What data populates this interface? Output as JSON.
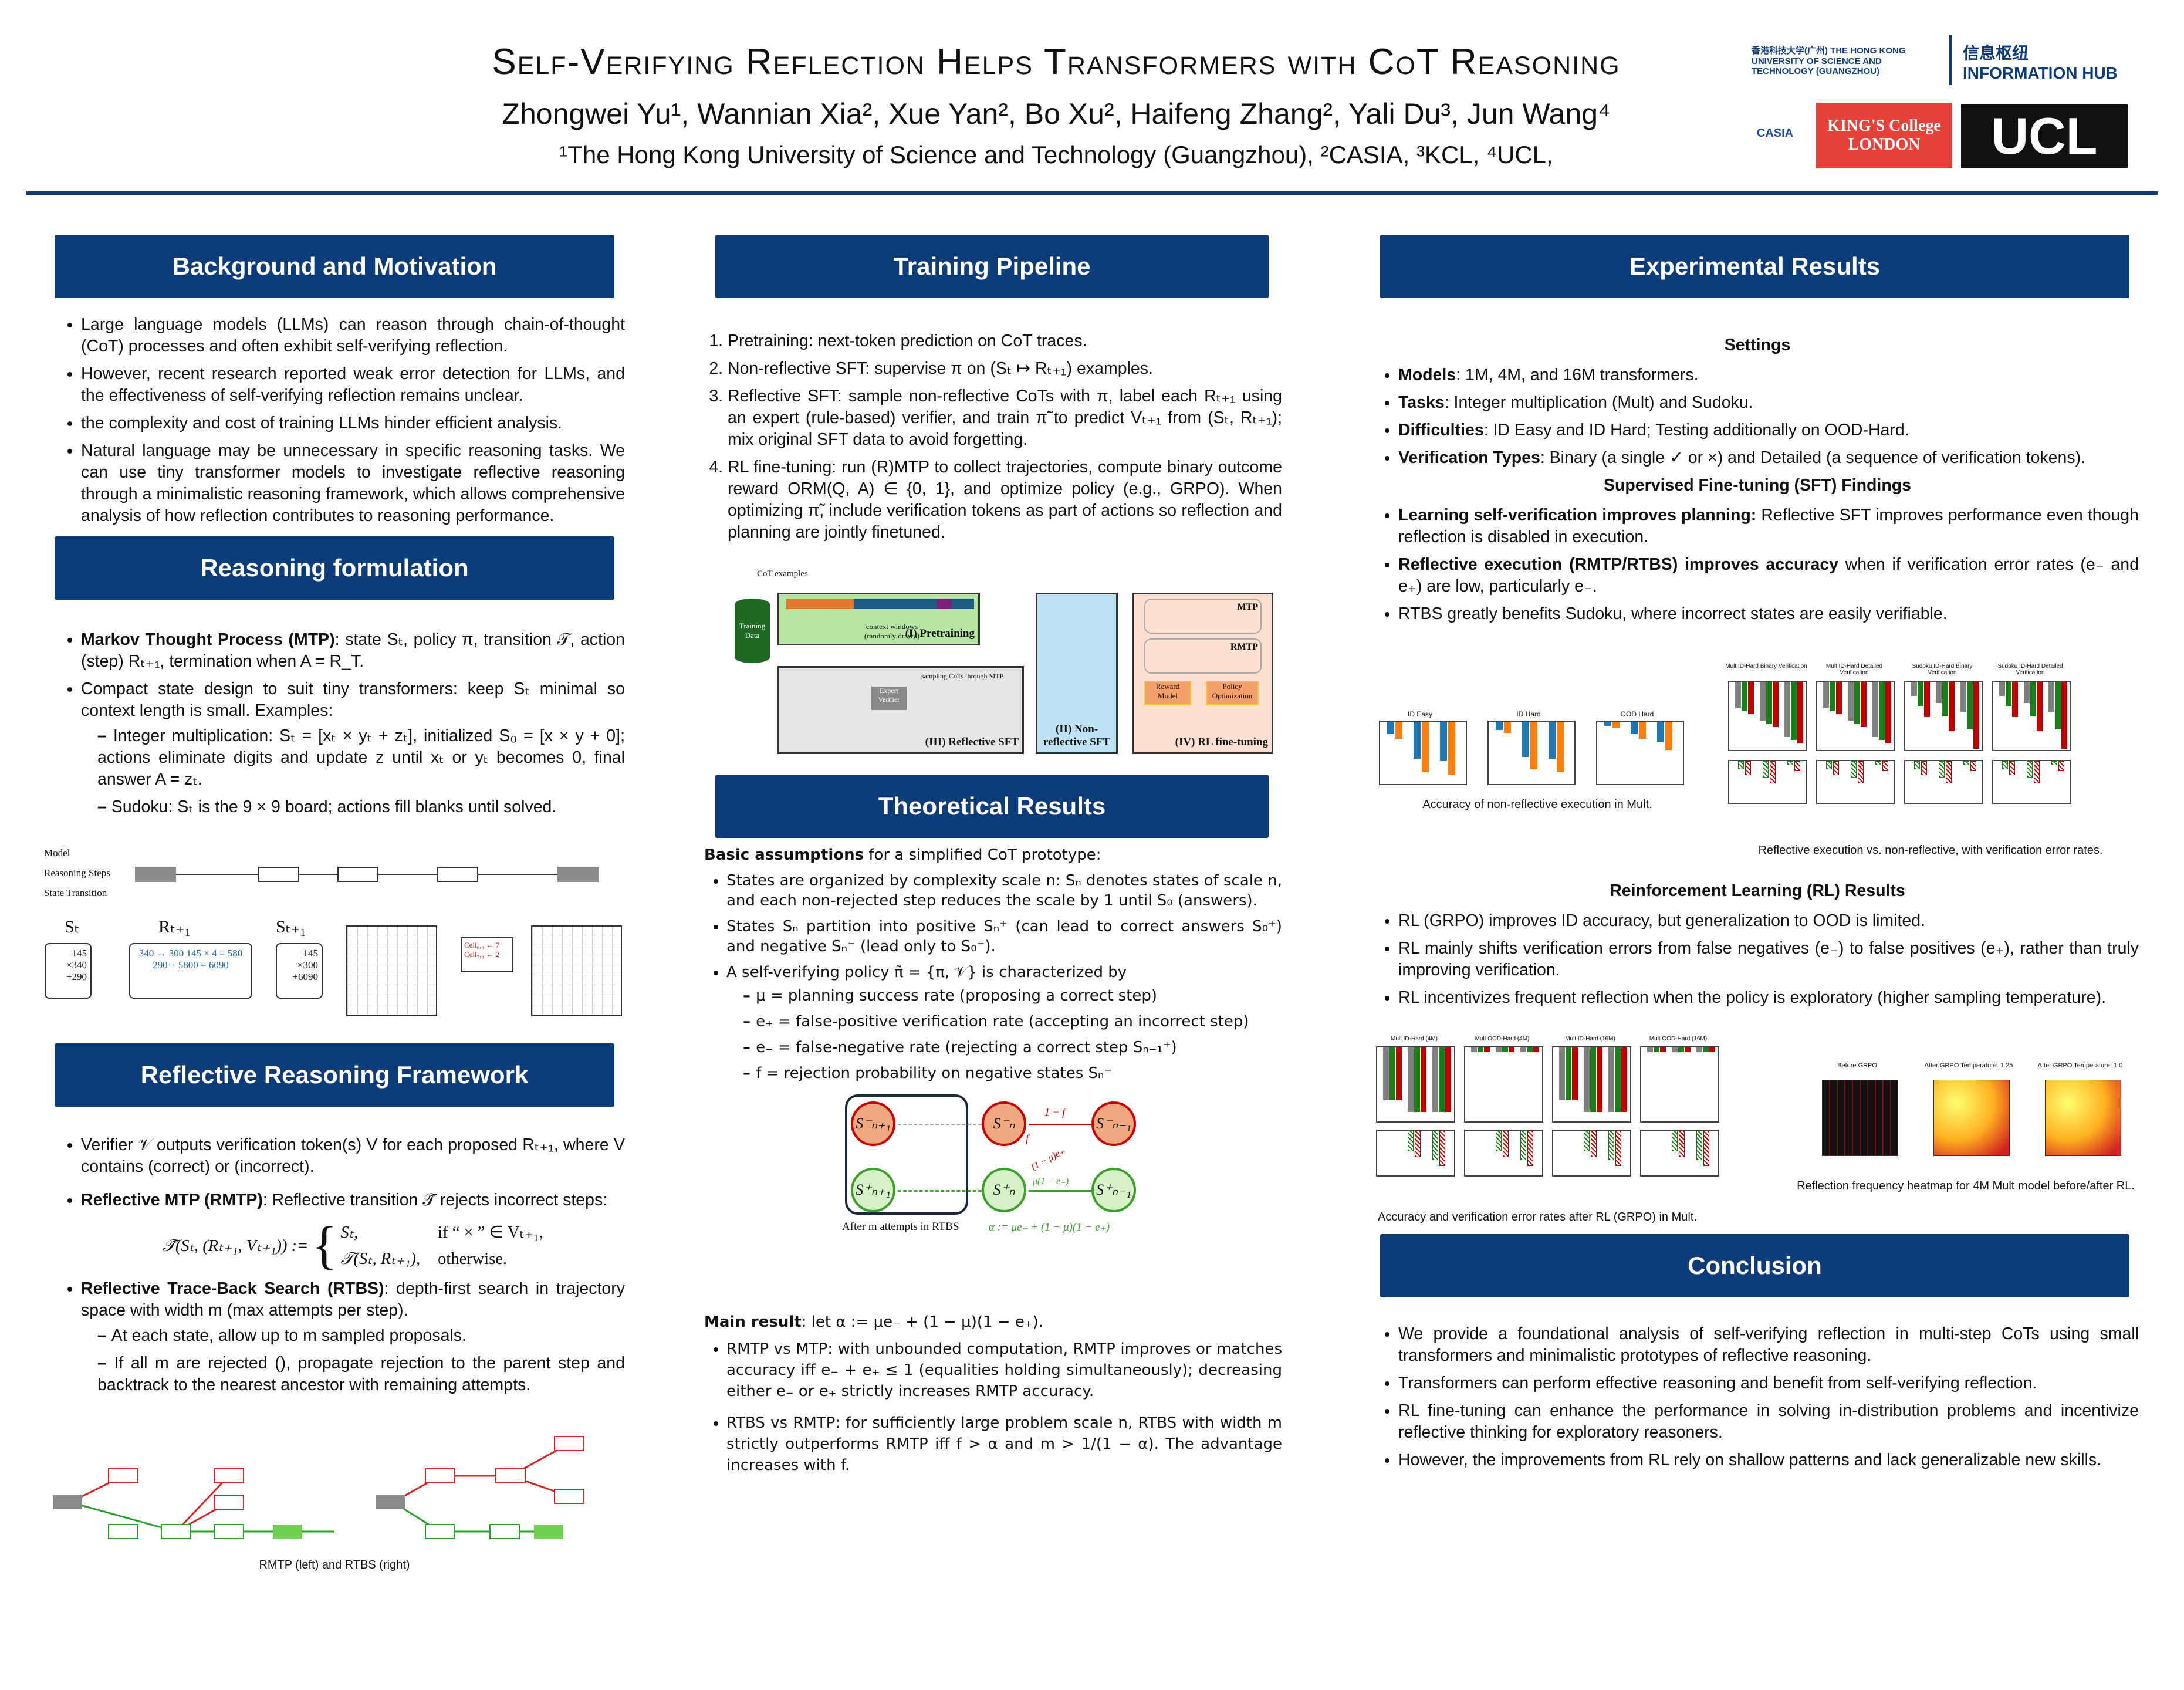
{
  "header": {
    "title": "Self-Verifying Reflection Helps Transformers with CoT Reasoning",
    "authors": "Zhongwei Yu¹, Wannian Xia², Xue Yan², Bo Xu², Haifeng Zhang², Yali Du³, Jun Wang⁴",
    "affiliations": "¹The Hong Kong University of Science and Technology (Guangzhou), ²CASIA, ³KCL, ⁴UCL,",
    "logos": {
      "hkust": "香港科技大学(广州) THE HONG KONG UNIVERSITY OF SCIENCE AND TECHNOLOGY (GUANGZHOU)",
      "hub_cn": "信息枢纽",
      "hub": "INFORMATION HUB",
      "casia": "CASIA",
      "kcl": "KING'S College LONDON",
      "ucl": "UCL"
    }
  },
  "background": {
    "title": "Background and Motivation",
    "bullets": [
      "Large language models (LLMs) can reason through chain-of-thought (CoT) processes and often exhibit self-verifying reflection.",
      "However, recent research reported weak error detection for LLMs, and the effectiveness of self-verifying reflection remains unclear.",
      "the complexity and cost of training LLMs hinder efficient analysis.",
      "Natural language may be unnecessary in specific reasoning tasks. We can use tiny transformer models to investigate reflective reasoning through a minimalistic reasoning framework, which allows comprehensive analysis of how reflection contributes to reasoning performance."
    ]
  },
  "formulation": {
    "title": "Reasoning formulation",
    "mtp_bold": "Markov Thought Process (MTP)",
    "mtp_text": ": state Sₜ, policy π, transition 𝒯, action (step) Rₜ₊₁, termination when A = R_T.",
    "compact": "Compact state design to suit tiny transformers: keep Sₜ minimal so context length is small. Examples:",
    "examples": [
      "Integer multiplication: Sₜ = [xₜ × yₜ + zₜ], initialized S₀ = [x × y + 0]; actions eliminate digits and update z until xₜ or yₜ becomes 0, final answer A = zₜ.",
      "Sudoku: Sₜ is the 9 × 9 board; actions fill blanks until solved."
    ],
    "figure": {
      "rows": [
        "Model",
        "Reasoning Steps",
        "State Transition"
      ],
      "s_t": "Sₜ",
      "r_t1": "Rₜ₊₁",
      "s_t1": "Sₜ₊₁",
      "mult_state": "145 ×340 +290",
      "mult_step": "340 → 300  145 × 4 = 580  290 + 5800 = 6090",
      "mult_next": "145 ×300 +6090",
      "cells": "Cell₆,₃ ← 7  Cell₇,₈ ← 2"
    }
  },
  "framework": {
    "title": "Reflective Reasoning Framework",
    "verifier": "Verifier 𝒱 outputs verification token(s) V for each proposed Rₜ₊₁, where V contains  (correct) or  (incorrect).",
    "rmtp_bold": "Reflective MTP (RMTP)",
    "rmtp_text": ": Reflective transition 𝒯̃ rejects incorrect steps:",
    "eq_lhs": "𝒯̃(Sₜ, (Rₜ₊₁, Vₜ₊₁)) :=",
    "eq_case1": "Sₜ,",
    "eq_cond1": "if “ × ” ∈ Vₜ₊₁,",
    "eq_case2": "𝒯(Sₜ, Rₜ₊₁),",
    "eq_cond2": "otherwise.",
    "rtbs_bold": "Reflective Trace-Back Search (RTBS)",
    "rtbs_text": ": depth-first search in trajectory space with width m (max attempts per step).",
    "rtbs_sub": [
      "At each state, allow up to m sampled proposals.",
      "If all m are rejected (), propagate rejection to the parent step and backtrack to the nearest ancestor with remaining attempts."
    ],
    "caption": "RMTP (left) and RTBS (right)"
  },
  "pipeline": {
    "title": "Training Pipeline",
    "steps": [
      "Pretraining: next-token prediction on CoT traces.",
      "Non-reflective SFT: supervise π on (Sₜ ↦ Rₜ₊₁) examples.",
      "Reflective SFT: sample non-reflective CoTs with π, label each Rₜ₊₁ using an expert (rule-based) verifier, and train π̃ to predict Vₜ₊₁ from (Sₜ, Rₜ₊₁); mix original SFT data to avoid forgetting.",
      "RL fine-tuning: run (R)MTP to collect trajectories, compute binary outcome reward ORM(Q, A) ∈ {0, 1}, and optimize policy (e.g., GRPO). When optimizing π̃, include verification tokens as part of actions so reflection and planning are jointly finetuned."
    ],
    "figure": {
      "cot": "CoT examples",
      "data": "Training Data",
      "p1": "(I) Pretraining",
      "p2": "(II) Non-reflective SFT",
      "p3": "(III) Reflective SFT",
      "p4": "(IV) RL fine-tuning",
      "ctx": "context windows (randomly drawn)",
      "expert": "Expert Verifier",
      "mtp": "MTP",
      "rmtp": "RMTP",
      "reward": "Reward Model",
      "policy": "Policy Optimization",
      "sampling": "sampling CoTs through MTP"
    }
  },
  "theory": {
    "title": "Theoretical Results",
    "basic_bold": "Basic assumptions",
    "basic_text": " for a simplified CoT prototype:",
    "bullets": [
      "States are organized by complexity scale n: Sₙ denotes states of scale n, and each non-rejected step reduces the scale by 1 until S₀ (answers).",
      "States Sₙ partition into positive Sₙ⁺ (can lead to correct answers S₀⁺) and negative Sₙ⁻ (lead only to S₀⁻).",
      "A self-verifying policy π̃ = {π, 𝒱} is characterized by"
    ],
    "params": [
      "μ = planning success rate (proposing a correct step)",
      "e₊ = false-positive verification rate (accepting an incorrect step)",
      "e₋ = false-negative rate (rejecting a correct step Sₙ₋₁⁺)",
      "f = rejection probability on negative states Sₙ⁻"
    ],
    "diagram": {
      "n1m": "S⁻ₙ₊₁",
      "nm": "S⁻ₙ",
      "nm1m": "S⁻ₙ₋₁",
      "n1p": "S⁺ₙ₊₁",
      "np": "S⁺ₙ",
      "nm1p": "S⁺ₙ₋₁",
      "l1": "1 − f",
      "l2": "f",
      "l3": "(1 − μ)e₊",
      "l4": "μ(1 − e₋)",
      "caption": "After m attempts in RTBS",
      "alpha": "α := μe₋ + (1 − μ)(1 − e₊)"
    },
    "main_bold": "Main result",
    "main_text": ": let α := μe₋ + (1 − μ)(1 − e₊).",
    "results": [
      "RMTP vs MTP: with unbounded computation, RMTP improves or matches accuracy iff e₋ + e₊ ≤ 1 (equalities holding simultaneously); decreasing either e₋ or e₊ strictly increases RMTP accuracy.",
      "RTBS vs RMTP: for sufficiently large problem scale n, RTBS with width m strictly outperforms RMTP iff f > α and m > 1/(1 − α). The advantage increases with f."
    ]
  },
  "experiments": {
    "title": "Experimental Results",
    "settings_title": "Settings",
    "settings": [
      {
        "b": "Models",
        "t": ": 1M, 4M, and 16M transformers."
      },
      {
        "b": "Tasks",
        "t": ": Integer multiplication (Mult) and Sudoku."
      },
      {
        "b": "Difficulties",
        "t": ": ID Easy and ID Hard; Testing additionally on OOD-Hard."
      },
      {
        "b": "Verification Types",
        "t": ": Binary (a single ✓ or ×) and Detailed (a sequence of verification tokens)."
      }
    ],
    "sft_title": "Supervised Fine-tuning (SFT) Findings",
    "sft": [
      {
        "b": "Learning self-verification improves planning:",
        "t": " Reflective SFT improves performance even though reflection is disabled in execution."
      },
      {
        "b": "Reflective execution (RMTP/RTBS) improves accuracy",
        "t": " when if verification error rates (e₋ and e₊) are low, particularly e₋."
      },
      {
        "b": "",
        "t": "RTBS greatly benefits Sudoku, where incorrect states are easily verifiable."
      }
    ],
    "fig1_caption": "Accuracy of non-reflective execution in Mult.",
    "fig1_panels": [
      "ID Easy",
      "ID Hard",
      "OOD Hard"
    ],
    "fig2_caption": "Reflective execution vs. non-reflective, with verification error rates.",
    "fig2_panels": [
      "Mult ID-Hard Binary Verification",
      "Mult ID-Hard Detailed Verification",
      "Sudoku ID-Hard Binary Verification",
      "Sudoku ID-Hard Detailed Verification"
    ],
    "rl_title": "Reinforcement Learning (RL) Results",
    "rl": [
      "RL (GRPO) improves ID accuracy, but generalization to OOD is limited.",
      "RL mainly shifts verification errors from false negatives (e₋) to false positives (e₊), rather than truly improving verification.",
      "RL incentivizes frequent reflection when the policy is exploratory (higher sampling temperature)."
    ],
    "fig3_caption": "Accuracy and verification error rates after RL (GRPO) in Mult.",
    "fig3_panels": [
      "Mult ID-Hard (4M)",
      "Mult OOD-Hard (4M)",
      "Mult ID-Hard (16M)",
      "Mult OOD-Hard (16M)"
    ],
    "fig4_caption": "Reflection frequency heatmap for 4M Mult model before/after RL.",
    "fig4_panels": [
      "Before GRPO",
      "After GRPO Temperature: 1.25",
      "After GRPO Temperature: 1.0"
    ],
    "colors": {
      "none": "#7f7f7f",
      "rmtp": "#1a7f1a",
      "rtbs": "#c00000",
      "blue": "#1f77b4",
      "orange": "#ff7f0e"
    }
  },
  "conclusion": {
    "title": "Conclusion",
    "bullets": [
      "We provide a foundational analysis of self-verifying reflection in multi-step CoTs using small transformers and minimalistic prototypes of reflective reasoning.",
      "Transformers can perform effective reasoning and benefit from self-verifying reflection.",
      "RL fine-tuning can enhance the performance in solving in-distribution problems and incentivize reflective thinking for exploratory reasoners.",
      "However, the improvements from RL rely on shallow patterns and lack generalizable new skills."
    ]
  }
}
